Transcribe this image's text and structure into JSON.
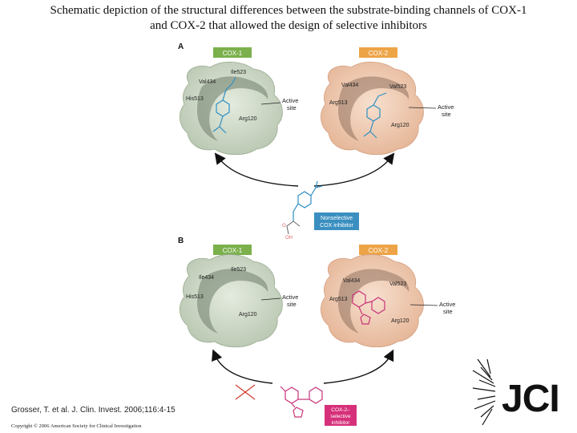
{
  "title": {
    "line1": "Schematic depiction of the structural differences between the substrate-binding channels of COX-1",
    "line2": "and COX-2 that allowed the design of selective inhibitors"
  },
  "panel_a": {
    "label": "A",
    "cox1_label": "COX-1",
    "cox2_label": "COX-2",
    "cox1_residues": [
      "Ile523",
      "Val434",
      "His513",
      "Arg120"
    ],
    "cox2_residues": [
      "Val434",
      "Val523",
      "Arg513",
      "Arg120"
    ],
    "active_site_line1": "Active",
    "active_site_line2": "site",
    "inhibitor_line1": "Nonselective",
    "inhibitor_line2": "COX inhibitor",
    "chem_o": "O",
    "chem_oh": "OH"
  },
  "panel_b": {
    "label": "B",
    "cox1_label": "COX-1",
    "cox2_label": "COX-2",
    "cox1_residues": [
      "Ile523",
      "Ile434",
      "His513",
      "Arg120"
    ],
    "cox2_residues": [
      "Val434",
      "Val523",
      "Arg513",
      "Arg120"
    ],
    "active_site_line1": "Active",
    "active_site_line2": "site",
    "inhibitor_line1": "COX-2–",
    "inhibitor_line2": "selective",
    "inhibitor_line3": "inhibitor"
  },
  "caption": "Grosser, T. et al. J. Clin. Invest. 2006;116:4-15",
  "copyright": "Copyright © 2006 American Society for Clinical Investigation",
  "logo": "JCI",
  "colors": {
    "cox1_tag": "#7bb04c",
    "cox2_tag": "#eda447",
    "cox1_blob": "#cdd8c6",
    "cox2_blob": "#f1cdb5",
    "nonselective_tag": "#3a8fc0",
    "selective_tag": "#d6307a",
    "nonselective_mol": "#2f8fc2",
    "selective_mol": "#c8337a"
  }
}
